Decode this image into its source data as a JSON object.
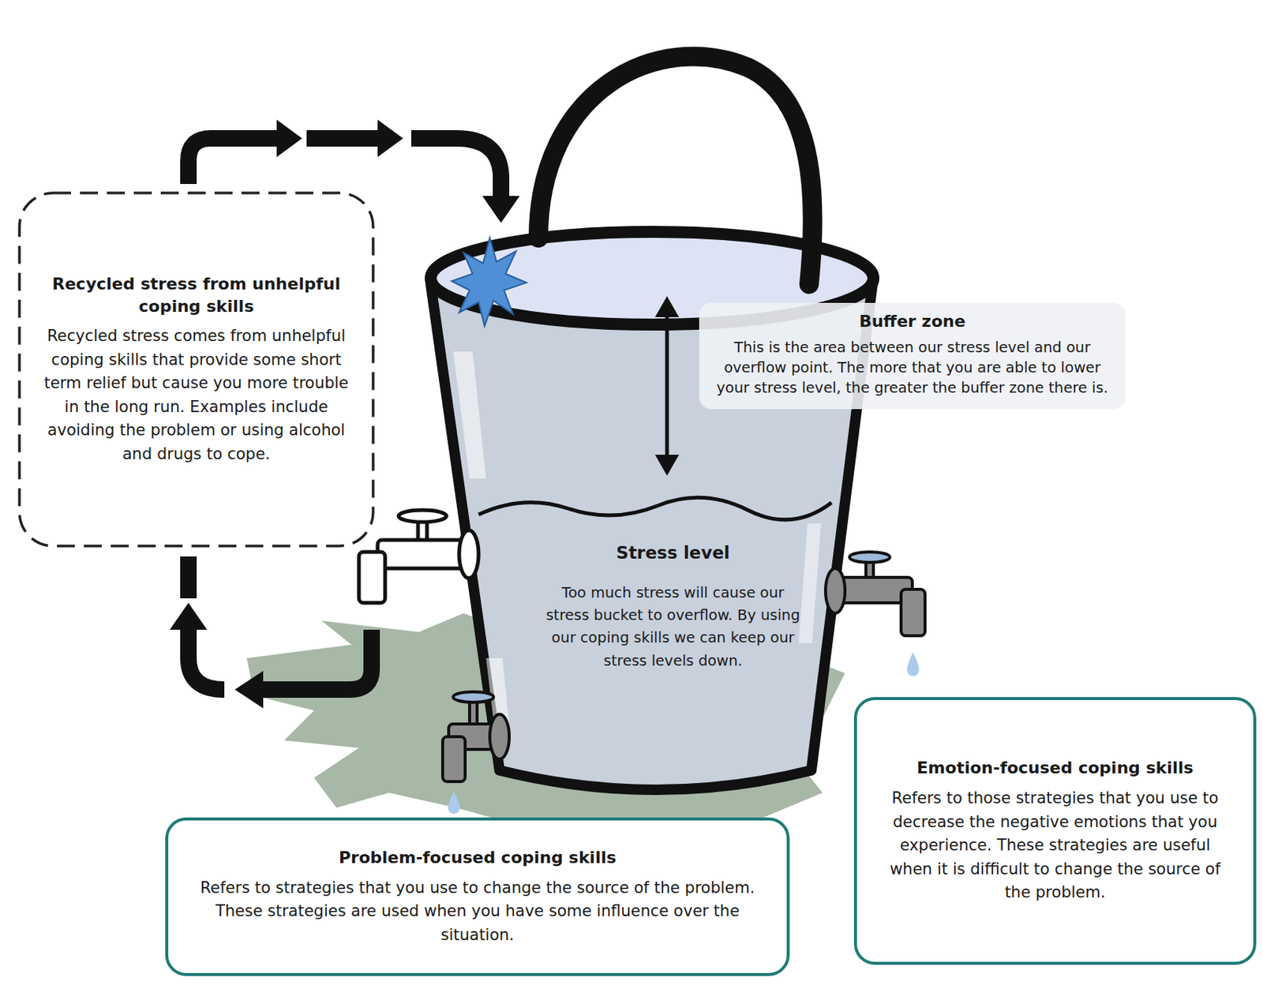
{
  "diagram": {
    "nodes": [
      {
        "text": [
          "Recycled stress from unhelpful coping skills",
          "Recycled stress comes from unhelpful coping skills that provide some short term relief but cause you more trouble in the long run. Examples include avoiding the problem or using alcohol and drugs to cope."
        ]
      },
      {
        "text": [
          "Buffer zone",
          "This is the area between our stress level and our overflow point. The more that you are able to lower your stress level, the greater the buffer zone there is."
        ]
      },
      {
        "text": [
          "Problem-focused coping skills",
          "Refers to strategies that you use to change the source of the problem. These strategies are used when you have some influence over the situation."
        ]
      },
      {
        "text": [
          "Emotion-focused coping skills",
          "Refers to those strategies that you use to decrease the negative emotions that you experience. These strategies are useful when it is difficult to change the source of the problem."
        ]
      }
    ],
    "labels": [
      "Stress level",
      "Too much stress will cause our stress bucket to overflow. By using our coping skills we can keep our stress levels down."
    ]
  }
}
